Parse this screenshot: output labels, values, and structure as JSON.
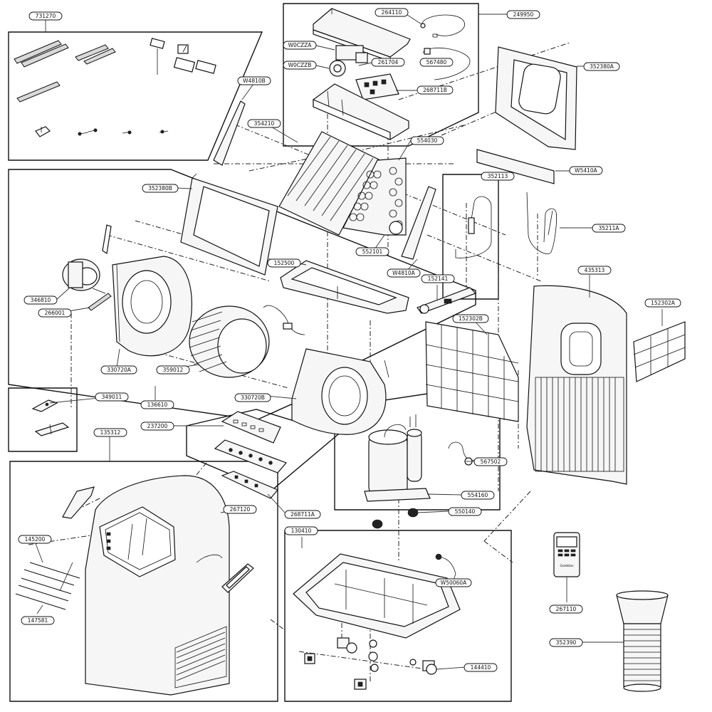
{
  "diagram": {
    "labels": {
      "l731270": "731270",
      "l264110": "264110",
      "l249950": "249950",
      "lW0CZZA": "W0CZZA",
      "lW0CZZB": "W0CZZB",
      "l261704": "261704",
      "l567480": "567480",
      "l268711B": "268711B",
      "l352380A": "352380A",
      "lW4810B": "W4810B",
      "l354210": "354210",
      "l554030": "554030",
      "l352380B": "352380B",
      "lW5410A": "W5410A",
      "l352113": "352113",
      "l35211A": "35211A",
      "l552101": "552101",
      "lW4810A": "W4810A",
      "l152500": "152500",
      "l152141": "152141",
      "l435313": "435313",
      "l346810": "346810",
      "l266001": "266001",
      "l152302B": "152302B",
      "l152302A": "152302A",
      "l330720A": "330720A",
      "l359012": "359012",
      "l349011": "349011",
      "l136610": "136610",
      "l330720B": "330720B",
      "l237200": "237200",
      "l135312": "135312",
      "l567502": "567502",
      "l554160": "554160",
      "l267120": "267120",
      "l268711A": "268711A",
      "l550140": "550140",
      "l145200": "145200",
      "l130410": "130410",
      "l267110": "267110",
      "lW50060A": "W50060A",
      "l147581": "147581",
      "l352390": "352390",
      "l144410": "144410"
    },
    "remote_brand": "Goldstar"
  }
}
